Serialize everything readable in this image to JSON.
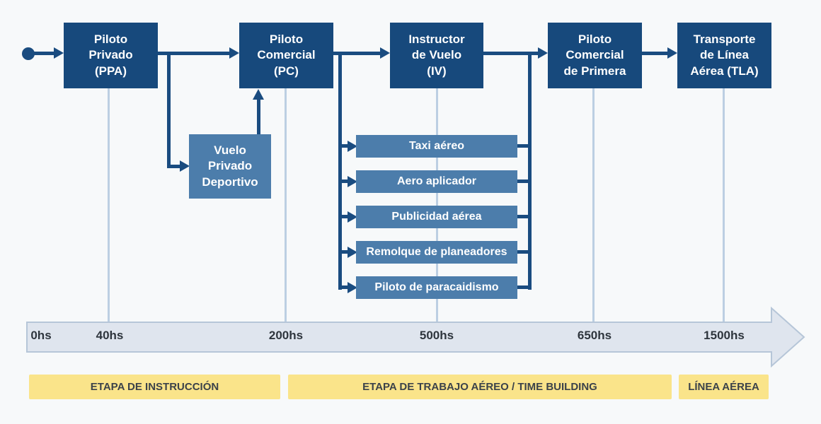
{
  "flow": {
    "stages": [
      {
        "label": "Piloto\nPrivado\n(PPA)"
      },
      {
        "label": "Piloto\nComercial\n(PC)"
      },
      {
        "label": "Instructor\nde Vuelo\n(IV)"
      },
      {
        "label": "Piloto\nComercial\nde Primera"
      },
      {
        "label": "Transporte\nde Línea\nAérea (TLA)"
      }
    ],
    "side_branch_label": "Vuelo\nPrivado\nDeportivo",
    "aerial_jobs": [
      "Taxi aéreo",
      "Aero aplicador",
      "Publicidad aérea",
      "Remolque de planeadores",
      "Piloto de paracaidismo"
    ]
  },
  "timeline": {
    "hour_marks": [
      "0hs",
      "40hs",
      "200hs",
      "500hs",
      "650hs",
      "1500hs"
    ]
  },
  "phases": [
    {
      "label": "ETAPA DE INSTRUCCIÓN"
    },
    {
      "label": "ETAPA DE TRABAJO AÉREO / TIME BUILDING"
    },
    {
      "label": "LÍNEA AÉREA"
    }
  ],
  "colors": {
    "stage_box": "#17497C",
    "branch_box": "#4C7DAB",
    "connector": "#1A4C80",
    "timeline_fill": "#DFE5EE",
    "timeline_border": "#B6C6D8",
    "guide_line": "#BCCFE2",
    "phase_band": "#FAE48A",
    "phase_text": "#3B424A",
    "background": "#F7F9FA"
  }
}
